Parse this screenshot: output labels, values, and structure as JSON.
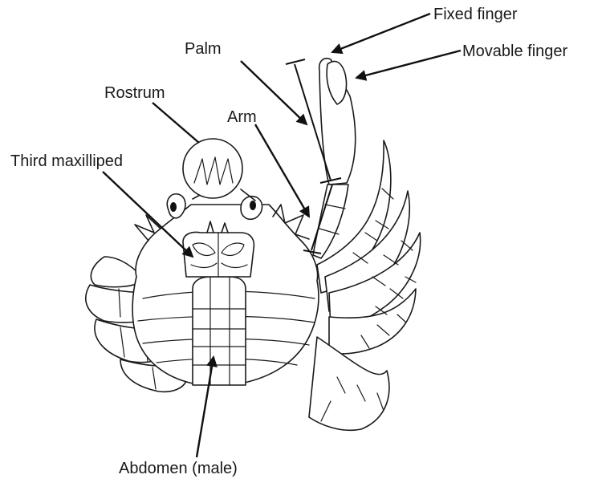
{
  "labels": {
    "fixed_finger": "Fixed finger",
    "movable_finger": "Movable finger",
    "palm": "Palm",
    "rostrum": "Rostrum",
    "arm": "Arm",
    "third_maxilliped": "Third maxilliped",
    "abdomen": "Abdomen (male)"
  },
  "colors": {
    "line": "#1a1a1a",
    "background": "#ffffff"
  }
}
